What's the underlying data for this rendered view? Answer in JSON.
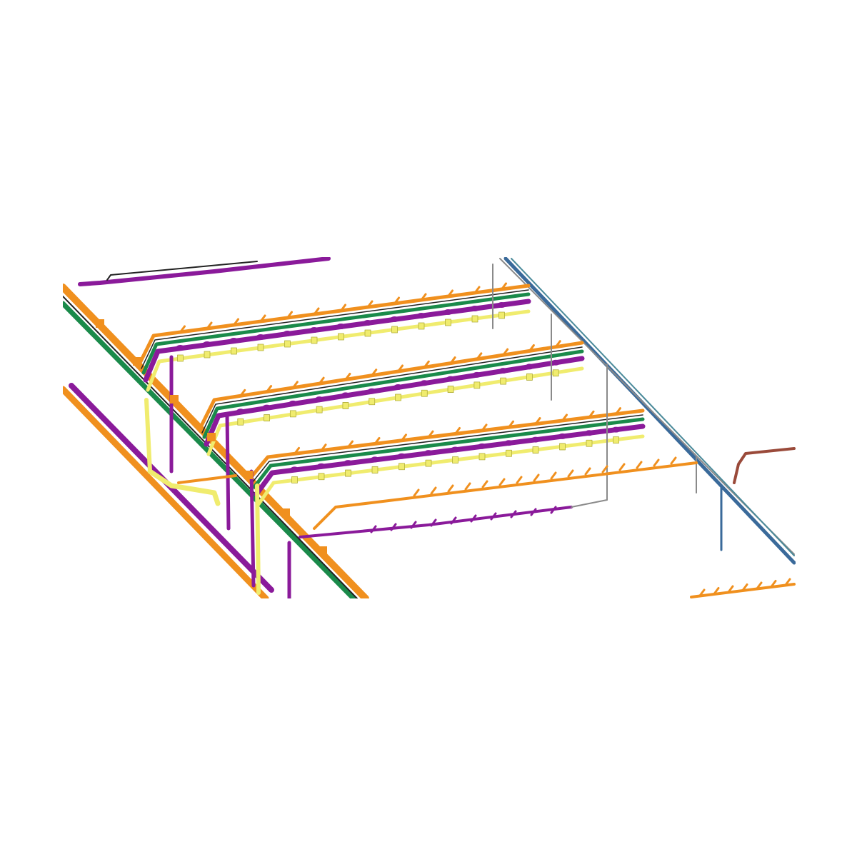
{
  "diagram": {
    "kind": "isometric-piping-model",
    "background": "#ffffff",
    "colors": {
      "orange": "#f0901e",
      "green": "#1a8a4a",
      "purple": "#8a1a9a",
      "yellow": "#f0ec6e",
      "teal": "#4a8a9a",
      "blue": "#3a6a9a",
      "gray": "#8a8a8a",
      "brown": "#9a4a3a",
      "black": "#222222"
    },
    "systems": [
      "orange",
      "green",
      "purple",
      "yellow",
      "teal",
      "blue",
      "gray",
      "brown"
    ]
  }
}
